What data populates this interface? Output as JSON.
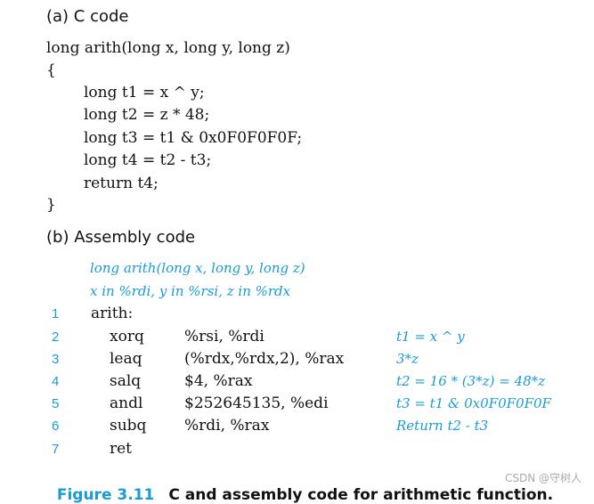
{
  "section_a_title": "(a) C code",
  "c_code": [
    "long arith(long x, long y, long z)",
    "{",
    "long t1 = x ^ y;",
    "long t2 = z * 48;",
    "long t3 = t1 & 0x0F0F0F0F;",
    "long t4 = t2 - t3;",
    "return t4;",
    "}"
  ],
  "section_b_title": "(b) Assembly code",
  "asm_header_comments": [
    "long arith(long x, long y, long z)",
    "x in %rdi, y in %rsi, z in %rdx"
  ],
  "asm_lines": [
    {
      "num": "1",
      "op": "arith:",
      "args": "",
      "comment": ""
    },
    {
      "num": "2",
      "op": "xorq",
      "args": "%rsi, %rdi",
      "comment": "t1 = x ^ y"
    },
    {
      "num": "3",
      "op": "leaq",
      "args": "(%rdx,%rdx,2), %rax",
      "comment": "3*z"
    },
    {
      "num": "4",
      "op": "salq",
      "args": "$4, %rax",
      "comment": "t2 = 16 * (3*z) = 48*z"
    },
    {
      "num": "5",
      "op": "andl",
      "args": "$252645135, %edi",
      "comment": "t3 = t1 & 0x0F0F0F0F"
    },
    {
      "num": "6",
      "op": "subq",
      "args": "%rdi, %rax",
      "comment": "Return t2 - t3"
    },
    {
      "num": "7",
      "op": "ret",
      "args": "",
      "comment": ""
    }
  ],
  "caption": {
    "label": "Figure 3.11",
    "text": "C and assembly code for arithmetic function."
  },
  "watermark": "CSDN @守树人",
  "colors": {
    "accent": "#1a9bd7",
    "text": "#111111"
  }
}
